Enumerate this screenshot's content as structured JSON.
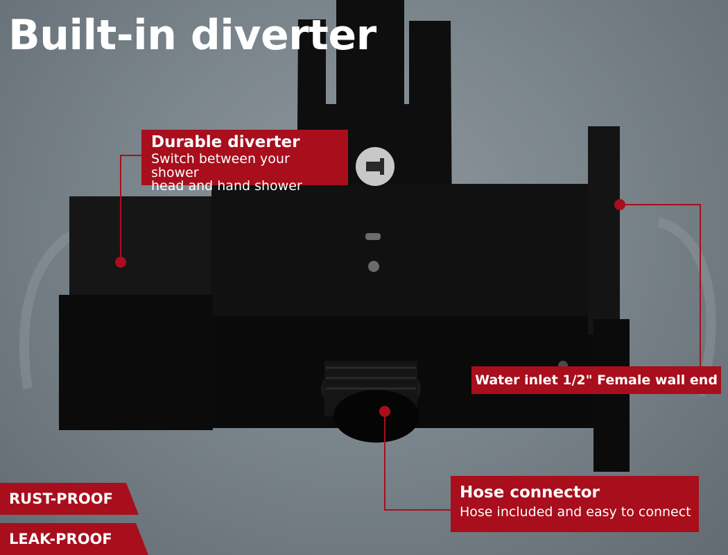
{
  "title": "Built-in diverter",
  "callouts": {
    "diverter": {
      "heading": "Durable diverter",
      "line1": "Switch between your shower",
      "line2": "head and hand shower"
    },
    "inlet": {
      "text": "Water inlet 1/2\" Female wall end"
    },
    "hose": {
      "heading": "Hose connector",
      "sub": "Hose included and easy to connect"
    }
  },
  "badges": [
    "RUST-PROOF",
    "LEAK-PROOF"
  ],
  "colors": {
    "accent": "#a80e1c",
    "product": "#0e0e0f",
    "background": "#7f888f"
  }
}
